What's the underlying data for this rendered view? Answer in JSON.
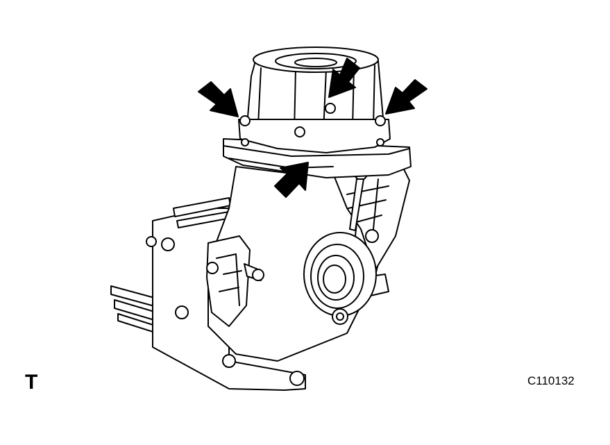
{
  "figure": {
    "corner_mark": "T",
    "code": "C110132"
  },
  "callouts": [
    {
      "label": "arrow-left-bolt"
    },
    {
      "label": "arrow-top-bolt"
    },
    {
      "label": "arrow-right-bolt"
    },
    {
      "label": "arrow-front-bolt"
    }
  ],
  "colors": {
    "line": "#000000",
    "fill": "#ffffff",
    "arrow": "#000000"
  }
}
